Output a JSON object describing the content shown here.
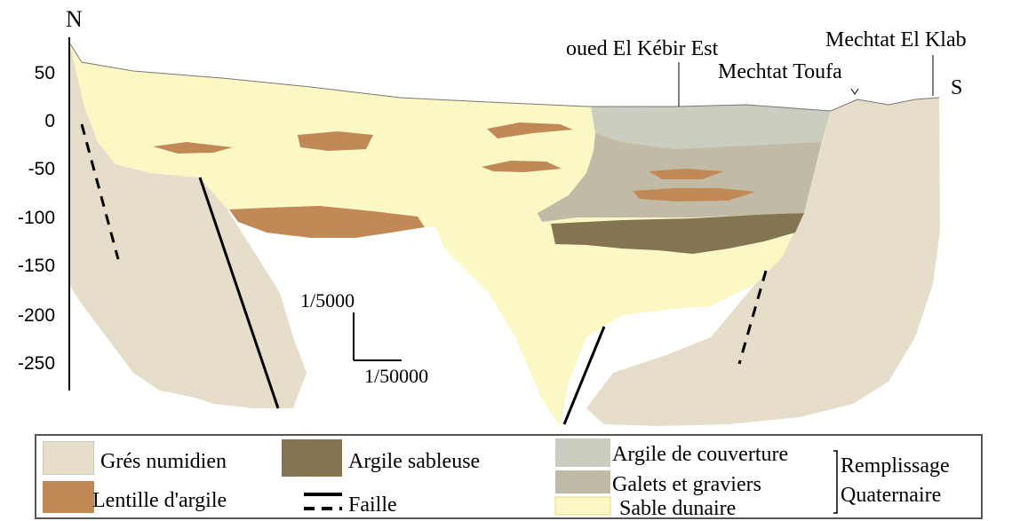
{
  "orientation": {
    "north": "N",
    "south": "S"
  },
  "depth_axis": {
    "ticks": [
      "50",
      "0",
      "-50",
      "-100",
      "-150",
      "-200",
      "-250"
    ]
  },
  "locations": {
    "oued": "oued El Kébir Est",
    "toufa": "Mechtat Toufa",
    "klab": "Mechtat El Klab"
  },
  "scale": {
    "vertical": "1/5000",
    "horizontal": "1/50000"
  },
  "legend": {
    "gres": "Grés numidien",
    "argile_sableuse": "Argile sableuse",
    "argile_couverture": "Argile de couverture",
    "lentille": "Lentille d'argile",
    "faille": "Faille",
    "galets": "Galets et graviers",
    "sable": "Sable dunaire",
    "remplissage": "Remplissage",
    "quaternaire": "Quaternaire"
  },
  "colors": {
    "gres": "#efe6d2",
    "sable": "#fcf8c6",
    "argile_sableuse": "#8a7a55",
    "argile_couverture": "#d2d6c8",
    "galets": "#c9c2ad",
    "lentille": "#c98f5a"
  }
}
